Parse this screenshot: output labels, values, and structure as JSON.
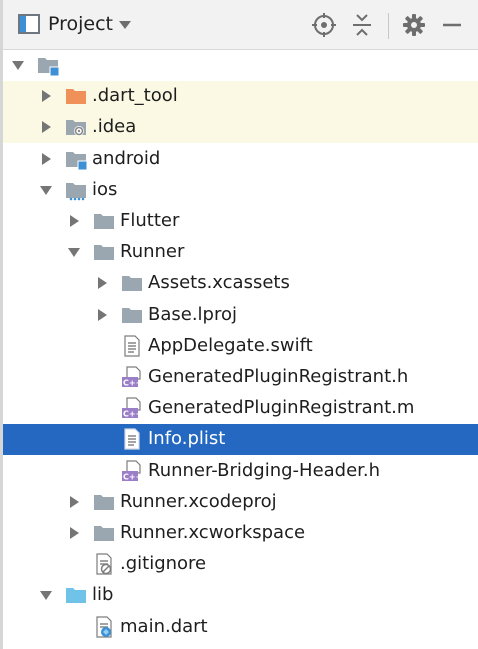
{
  "header": {
    "title": "Project"
  },
  "tree": [
    {
      "label": "",
      "depth": 0,
      "expanded": true,
      "icon": "module-folder-icon",
      "name": "tree-root"
    },
    {
      "label": ".dart_tool",
      "depth": 1,
      "expanded": false,
      "icon": "folder-excluded-icon",
      "name": "tree-item-dart-tool",
      "ignored": true
    },
    {
      "label": ".idea",
      "depth": 1,
      "expanded": false,
      "icon": "folder-idea-icon",
      "name": "tree-item-idea",
      "ignored": true
    },
    {
      "label": "android",
      "depth": 1,
      "expanded": false,
      "icon": "module-folder-icon",
      "name": "tree-item-android"
    },
    {
      "label": "ios",
      "depth": 1,
      "expanded": true,
      "icon": "ios-folder-icon",
      "name": "tree-item-ios"
    },
    {
      "label": "Flutter",
      "depth": 2,
      "expanded": false,
      "icon": "folder-icon",
      "name": "tree-item-flutter"
    },
    {
      "label": "Runner",
      "depth": 2,
      "expanded": true,
      "icon": "folder-icon",
      "name": "tree-item-runner"
    },
    {
      "label": "Assets.xcassets",
      "depth": 3,
      "expanded": false,
      "icon": "folder-icon",
      "name": "tree-item-assets-xcassets"
    },
    {
      "label": "Base.lproj",
      "depth": 3,
      "expanded": false,
      "icon": "folder-icon",
      "name": "tree-item-base-lproj"
    },
    {
      "label": "AppDelegate.swift",
      "depth": 3,
      "leaf": true,
      "icon": "text-file-icon",
      "name": "tree-item-appdelegate-swift"
    },
    {
      "label": "GeneratedPluginRegistrant.h",
      "depth": 3,
      "leaf": true,
      "icon": "cpp-header-icon",
      "name": "tree-item-generatedpluginregistrant-h"
    },
    {
      "label": "GeneratedPluginRegistrant.m",
      "depth": 3,
      "leaf": true,
      "icon": "cpp-header-icon",
      "name": "tree-item-generatedpluginregistrant-m"
    },
    {
      "label": "Info.plist",
      "depth": 3,
      "leaf": true,
      "icon": "text-file-icon",
      "name": "tree-item-info-plist",
      "selected": true
    },
    {
      "label": "Runner-Bridging-Header.h",
      "depth": 3,
      "leaf": true,
      "icon": "cpp-header-icon",
      "name": "tree-item-runner-bridging-header-h"
    },
    {
      "label": "Runner.xcodeproj",
      "depth": 2,
      "expanded": false,
      "icon": "folder-icon",
      "name": "tree-item-runner-xcodeproj"
    },
    {
      "label": "Runner.xcworkspace",
      "depth": 2,
      "expanded": false,
      "icon": "folder-icon",
      "name": "tree-item-runner-xcworkspace"
    },
    {
      "label": ".gitignore",
      "depth": 2,
      "leaf": true,
      "icon": "gitignore-file-icon",
      "name": "tree-item-gitignore"
    },
    {
      "label": "lib",
      "depth": 1,
      "expanded": true,
      "icon": "source-folder-icon",
      "name": "tree-item-lib"
    },
    {
      "label": "main.dart",
      "depth": 2,
      "leaf": true,
      "icon": "dart-file-icon",
      "name": "tree-item-main-dart"
    }
  ],
  "colors": {
    "selection": "#2568c2",
    "ignored_bg": "#fbf9e3",
    "folder": "#9aa7b0",
    "excluded_folder": "#f0915a",
    "source_folder": "#6fc3e8"
  }
}
